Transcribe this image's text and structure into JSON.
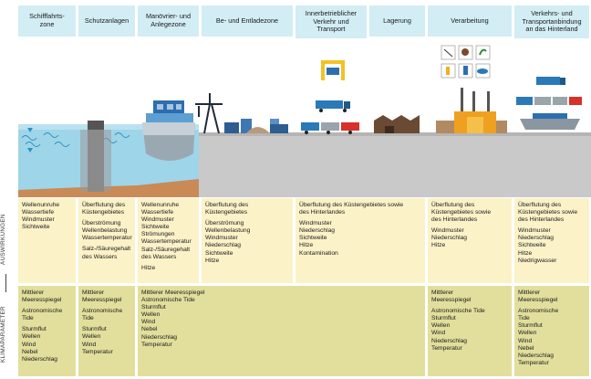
{
  "zones": [
    {
      "label": "Schifffahrts-\nzone"
    },
    {
      "label": "Schutzanlagen"
    },
    {
      "label": "Manövrier- und\nAnlegezone"
    },
    {
      "label": "Be- und Entladezone"
    },
    {
      "label": "Innerbetrieblicher\nVerkehr und\nTransport"
    },
    {
      "label": "Lagerung"
    },
    {
      "label": "Verarbeitung"
    },
    {
      "label": "Verkehrs- und\nTransportanbindung\nan das Hinterland"
    }
  ],
  "row_labels": {
    "impacts": "AUSWIRKUNGEN",
    "climate": "KLIMAPARAMETER"
  },
  "impacts": [
    [
      "Wellenunruhe\nWassertiefe\nWindmuster\nSichtweite"
    ],
    [
      "Überflutung des\nKüstengebietes",
      "Überströmung\nWellenbelastung\nWassertemperatur",
      "Salz-/Säuregehalt\ndes Wassers"
    ],
    [
      "Wellenunruhe\nWassertiefe\nWindmuster\nSichtweite\nStrömungen\nWassertemperatur\nSalz-/Säuregehalt\ndes Wassers",
      "Hitze"
    ],
    [
      "Überflutung des\nKüstengebietes",
      "Überströmung\nWellenbelastung\nWindmuster\nNiederschlag\nSichtweite\nHitze"
    ],
    [
      "Überflutung des Küstengebietes sowie\ndes Hinterlandes",
      "Windmuster\nNiederschlag\nSichtweite\nHitze\nKontamination"
    ],
    [
      "Überflutung des\nKüstengebietes sowie\ndes Hinterlandes",
      "Windmuster\nNiederschlag\nHitze"
    ],
    [
      "Überflutung des\nKüstengebietes sowie\ndes Hinterlandes",
      "Windmuster\nNiederschlag\nSichtweite\nHitze\nNiedrigwasser"
    ]
  ],
  "climate": [
    [
      "Mittlerer\nMeeresspiegel",
      "Astronomische\nTide",
      "Sturmflut\nWellen\nWind\nNebel\nNiederschlag"
    ],
    [
      "Mittlerer\nMeeresspiegel",
      "Astronomische\nTide",
      "Sturmflut\nWellen\nWind\nTemperatur"
    ],
    [
      "Mittlerer Meeresspiegel\nAstronomische Tide\nSturmflut\nWellen\nWind\nNebel\nNiederschlag\nTemperatur"
    ],
    [
      "Mittlerer\nMeeresspiegel",
      "Astronomische Tide\nSturmflut\nWellen\nWind\nNiederschlag\nTemperatur"
    ],
    [
      "Mittlerer\nMeeresspiegel",
      "Astronomische\nTide\nSturmflut\nWellen\nWind\nNebel\nNiederschlag\nTemperatur"
    ]
  ],
  "colors": {
    "header_bg": "#d2edf4",
    "impact_bg": "#fbf2c8",
    "climate_bg": "#e2df9d",
    "water": "#8fd0e6",
    "quay": "#c9c9c9",
    "truck": "#2a7ab8",
    "factory": "#f0a020"
  }
}
